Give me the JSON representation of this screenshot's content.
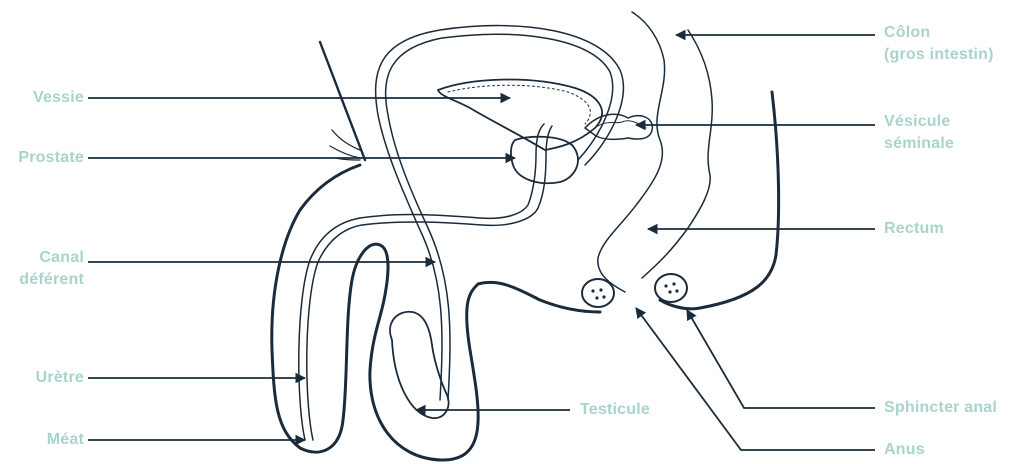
{
  "labels": {
    "vessie": "Vessie",
    "prostate": "Prostate",
    "canal_1": "Canal",
    "canal_2": "déférent",
    "uretre": "Urètre",
    "meat": "Méat",
    "colon_1": "Côlon",
    "colon_2": "(gros intestin)",
    "vesicule_1": "Vésicule",
    "vesicule_2": "séminale",
    "rectum": "Rectum",
    "testicule": "Testicule",
    "sphincter": "Sphincter anal",
    "anus": "Anus"
  },
  "colors": {
    "label_text": "#a9d3cd",
    "line": "#1a2b3c",
    "background": "#ffffff"
  }
}
